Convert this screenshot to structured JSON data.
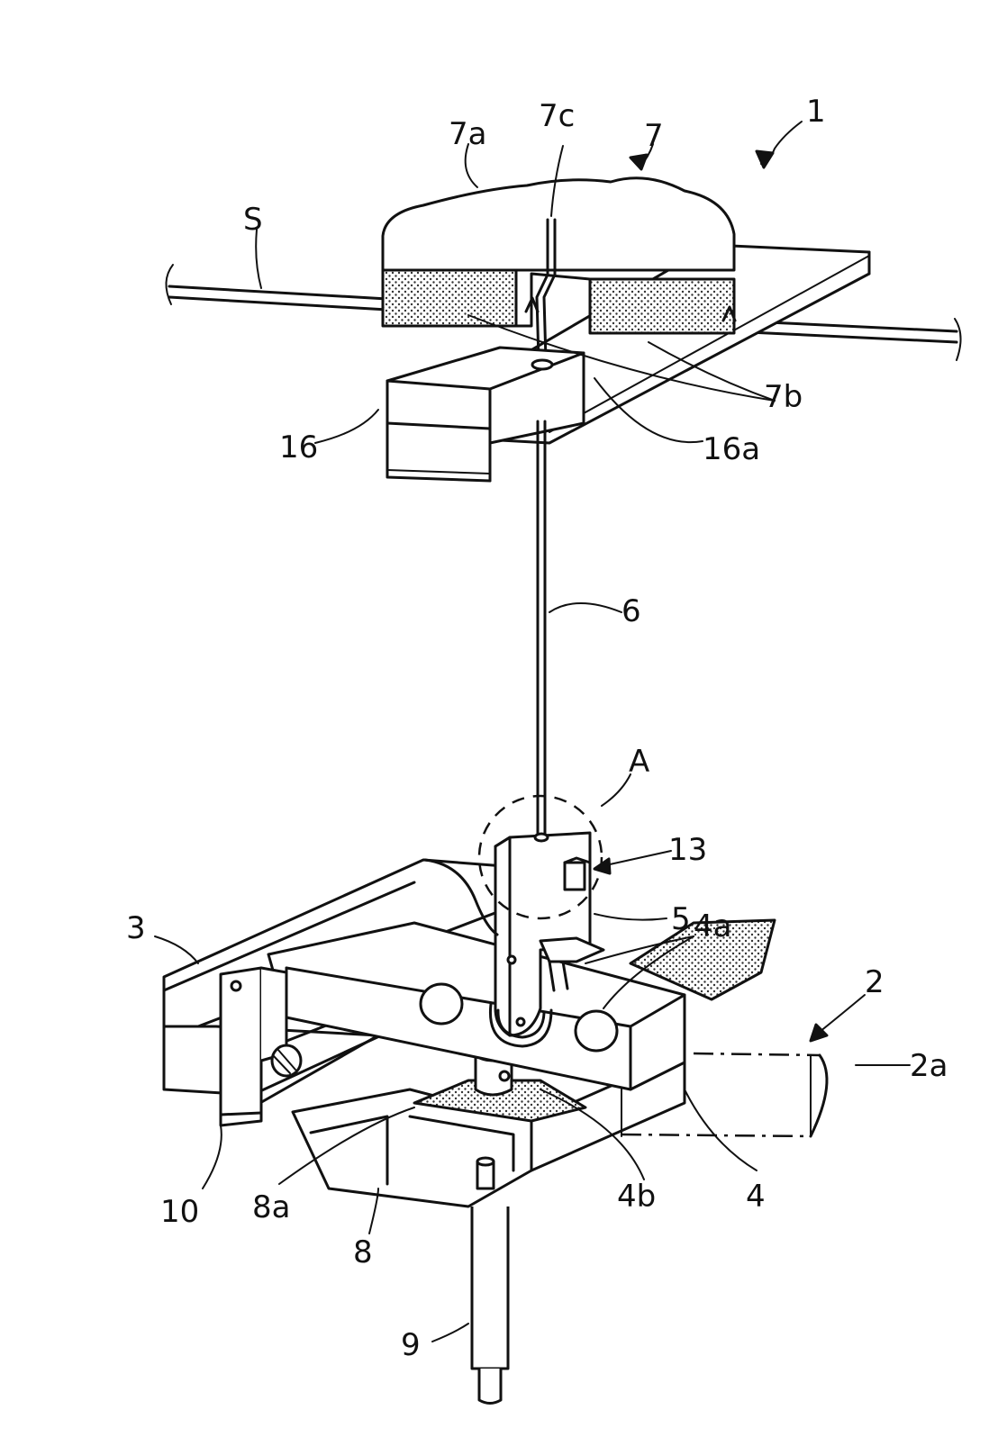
{
  "figure": {
    "labels": {
      "assembly": "1",
      "rail_unit": "2",
      "rail_extension": "2a",
      "rail": "3",
      "beam": "4",
      "beam_holes": "4a",
      "beam_pivot": "4b",
      "hanger": "5",
      "wire": "6",
      "clamp": "7",
      "clamp_cover": "7a",
      "clamp_pads": "7b",
      "clamp_wire_end": "7c",
      "carriage": "8",
      "carriage_slot": "8a",
      "post": "9",
      "end_bracket": "10",
      "latch": "13",
      "guide_block": "16",
      "guide_hole": "16a",
      "support_strand": "S",
      "detail_circle": "A"
    }
  }
}
